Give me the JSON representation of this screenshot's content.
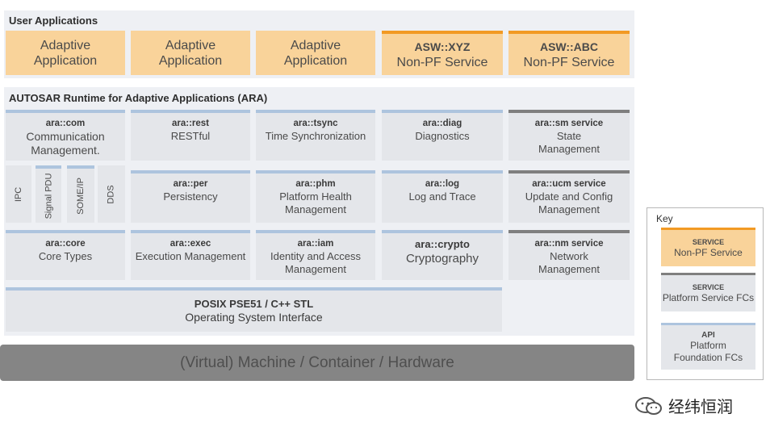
{
  "user_apps": {
    "title": "User Applications",
    "boxes": [
      {
        "line1": "Adaptive",
        "line2": "Application"
      },
      {
        "line1": "Adaptive",
        "line2": "Application"
      },
      {
        "line1": "Adaptive",
        "line2": "Application"
      },
      {
        "line1": "ASW::XYZ",
        "line2": "Non-PF Service"
      },
      {
        "line1": "ASW::ABC",
        "line2": "Non-PF Service"
      }
    ]
  },
  "ara": {
    "title": "AUTOSAR Runtime for Adaptive Applications (ARA)",
    "com": {
      "title": "ara::com",
      "line1": "Communication",
      "line2": "Management."
    },
    "com_sub": [
      "IPC",
      "Signal PDU",
      "SOME/IP",
      "DDS"
    ],
    "rest": {
      "title": "ara::rest",
      "line1": "RESTful"
    },
    "tsync": {
      "title": "ara::tsync",
      "line1": "Time Synchronization"
    },
    "diag": {
      "title": "ara::diag",
      "line1": "Diagnostics"
    },
    "sm": {
      "title": "ara::sm service",
      "line1": "State",
      "line2": "Management"
    },
    "per": {
      "title": "ara::per",
      "line1": "Persistency"
    },
    "phm": {
      "title": "ara::phm",
      "line1": "Platform Health",
      "line2": "Management"
    },
    "log": {
      "title": "ara::log",
      "line1": "Log and Trace"
    },
    "ucm": {
      "title": "ara::ucm service",
      "line1": "Update and Config",
      "line2": "Management"
    },
    "core": {
      "title": "ara::core",
      "line1": "Core Types"
    },
    "exec": {
      "title": "ara::exec",
      "line1": "Execution Management"
    },
    "iam": {
      "title": "ara::iam",
      "line1": "Identity and Access",
      "line2": "Management"
    },
    "crypto": {
      "title": "ara::crypto",
      "line1": "Cryptography"
    },
    "nm": {
      "title": "ara::nm service",
      "line1": "Network",
      "line2": "Management"
    },
    "posix": {
      "title": "POSIX PSE51 / C++ STL",
      "line1": "Operating System Interface"
    }
  },
  "machine": {
    "label": "(Virtual) Machine / Container / Hardware"
  },
  "key": {
    "title": "Key",
    "items": [
      {
        "head": "SERVICE",
        "label": "Non-PF Service"
      },
      {
        "head": "SERVICE",
        "label": "Platform Service FCs"
      },
      {
        "head": "API",
        "label": "Platform",
        "label2": "Foundation FCs"
      }
    ]
  },
  "watermark": {
    "text": "经纬恒润"
  },
  "colors": {
    "service_orange": "#f29a24",
    "app_fill": "#f9d39a",
    "platform_blue": "#adc4de",
    "service_grey": "#7f7f7f"
  }
}
